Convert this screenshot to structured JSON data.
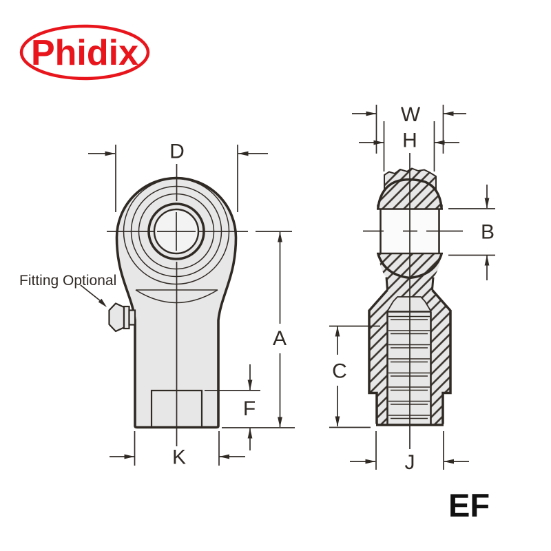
{
  "logo": {
    "text": "Phidix"
  },
  "code": "EF",
  "front_view": {
    "note": "Fitting Optional",
    "dims": {
      "D": "D",
      "A": "A",
      "F": "F",
      "K": "K"
    }
  },
  "side_view": {
    "dims": {
      "W": "W",
      "H": "H",
      "B": "B",
      "C": "C",
      "J": "J"
    }
  },
  "colors": {
    "logo_red": "#e8151c",
    "line_dark": "#302a25",
    "body_gray": "#e7e7e7",
    "bore_light": "#f3f3f4",
    "window_white": "#fbfbfb"
  }
}
